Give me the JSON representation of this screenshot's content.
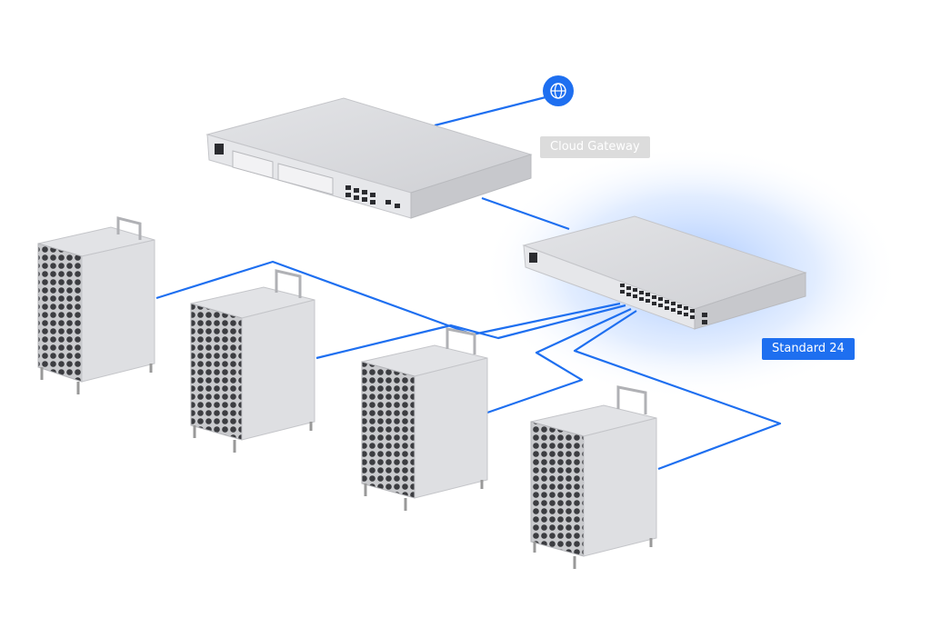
{
  "labels": {
    "gateway": "Cloud Gateway",
    "switch": "Standard 24"
  },
  "icons": {
    "internet": "globe-icon"
  },
  "colors": {
    "cable": "#1e6ff0",
    "gateway_label_bg": "#dcdcdc",
    "switch_label_bg": "#1e6ff0",
    "highlight_glow": "#5b96ff",
    "device_body": "#d9dadd"
  },
  "devices": [
    {
      "name": "Cloud Gateway",
      "role": "gateway"
    },
    {
      "name": "Standard 24",
      "role": "switch",
      "ports": 24
    },
    {
      "role": "server"
    },
    {
      "role": "server"
    },
    {
      "role": "server"
    },
    {
      "role": "server"
    }
  ]
}
